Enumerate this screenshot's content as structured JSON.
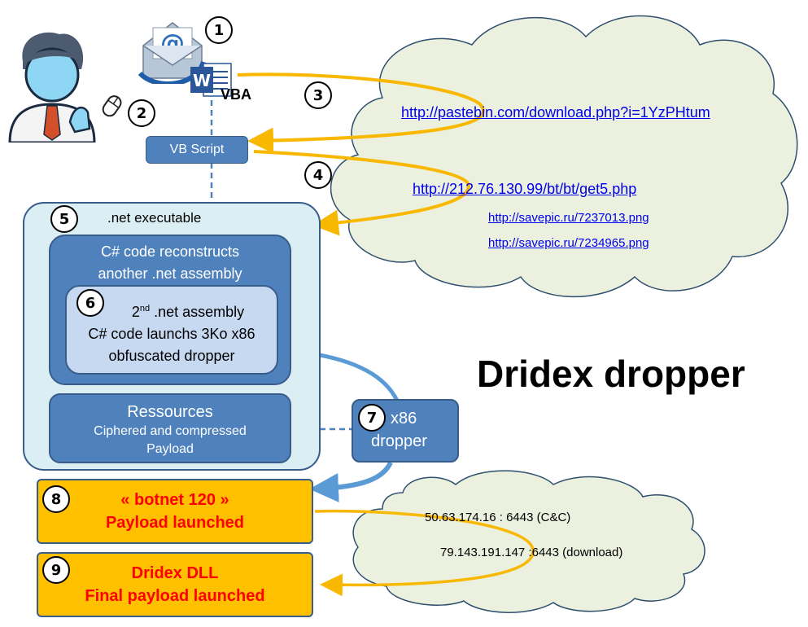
{
  "title": "Dridex dropper",
  "step_numbers": [
    "1",
    "2",
    "3",
    "4",
    "5",
    "6",
    "7",
    "8",
    "9"
  ],
  "vba_label": "VBA",
  "vb_script_label": "VB Script",
  "urls": {
    "pastebin": "http://pastebin.com/download.php?i=1YzPHtum",
    "get5": "http://212.76.130.99/bt/bt/get5.php",
    "savepic1": "http://savepic.ru/7237013.png",
    "savepic2": "http://savepic.ru/7234965.png"
  },
  "net_executable": {
    "label": ".net executable",
    "csharp_line1": "C# code reconstructs",
    "csharp_line2": "another .net assembly",
    "second_num": "2",
    "second_sup": "nd",
    "second_rest": " .net assembly",
    "second_line2": "C# code launchs 3Ko x86",
    "second_line3": "obfuscated dropper",
    "ressources_title": "Ressources",
    "ressources_line1": "Ciphered and compressed",
    "ressources_line2": "Payload"
  },
  "x86_dropper": {
    "line1": "x86",
    "line2": "dropper"
  },
  "botnet": {
    "line1": "« botnet 120 »",
    "line2": "Payload launched"
  },
  "dridex_dll": {
    "line1": "Dridex DLL",
    "line2": "Final payload launched"
  },
  "cnc": {
    "line1": "50.63.174.16 : 6443 (C&C)",
    "line2": "79.143.191.147 :6443 (download)"
  },
  "colors": {
    "cloud_fill": "#ebf1de",
    "outer_box_fill": "#dbeef4",
    "box_blue": "#4f81bd",
    "box_light": "#c6d9f1",
    "orange": "#ffc000",
    "red_text": "#ff0000",
    "arrow_orange": "#f9b800",
    "arrow_blue": "#5b9bd5"
  },
  "icons": [
    "user-icon",
    "mouse-icon",
    "email-icon",
    "word-doc-icon"
  ]
}
